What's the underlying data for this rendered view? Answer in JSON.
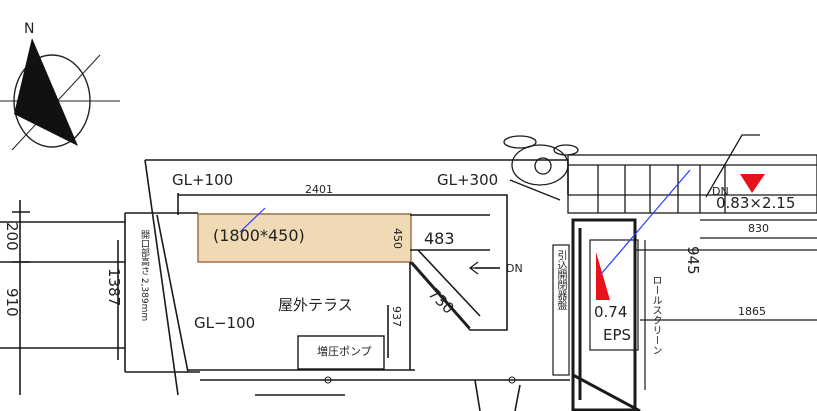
{
  "compass": {
    "north": "N"
  },
  "levels": {
    "gl_plus_100": "GL+100",
    "gl_plus_300": "GL+300",
    "gl_minus_100": "GL−100"
  },
  "dims": {
    "d2401": "2401",
    "d483": "483",
    "d450": "450",
    "d730": "730",
    "d937": "937",
    "d200": "200",
    "d910": "910",
    "d1387": "1387",
    "d830": "830",
    "d1865": "1865",
    "d945": "945",
    "d074": "0.74",
    "d083": "0.83×2.15"
  },
  "labels": {
    "bench": "(1800*450)",
    "terrace": "屋外テラス",
    "pump": "増圧ポンプ",
    "dn_left": "DN",
    "dn_right": "DN",
    "eps": "EPS",
    "wall_note": "開口部高さ 2,389mm",
    "panel_note": "引込開閉器盤",
    "right_note": "ロールスクリーン"
  },
  "colors": {
    "bench": "#f0d9b5",
    "marker": "#e8121a",
    "line": "#1a1a1a",
    "blue": "#1f3cff"
  }
}
